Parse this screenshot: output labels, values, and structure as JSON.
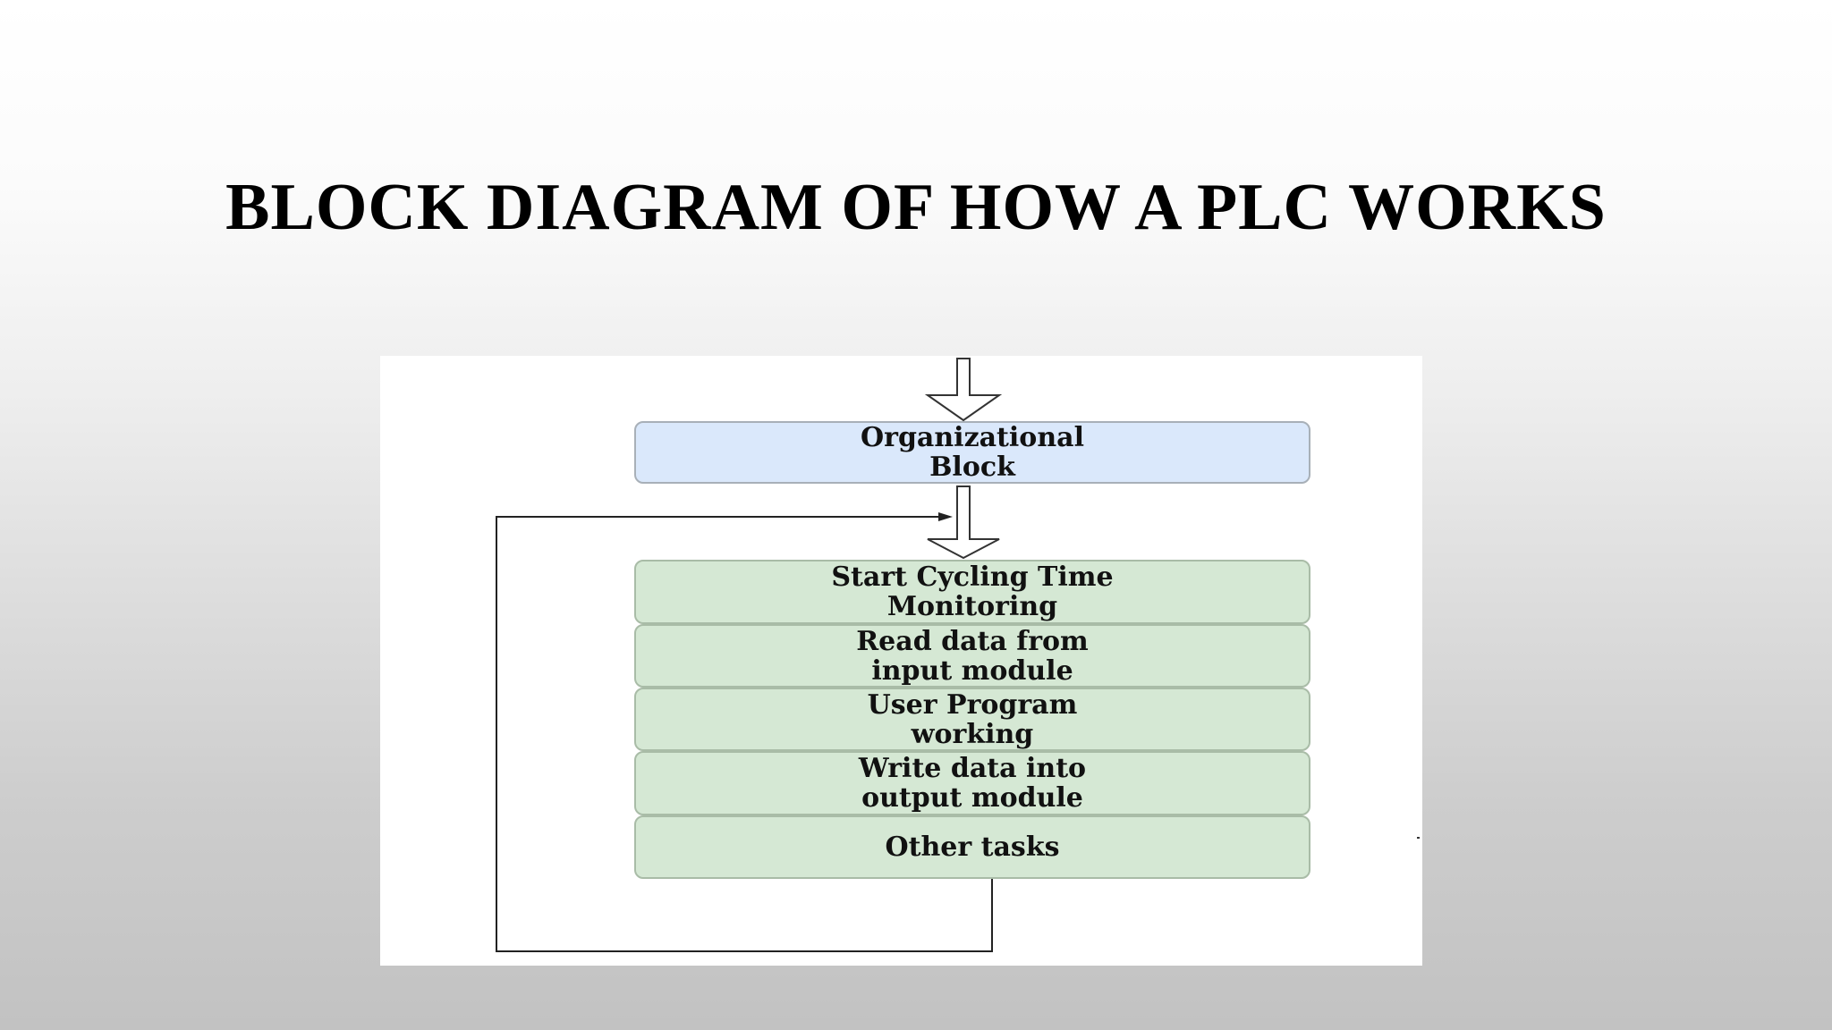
{
  "slide": {
    "title": "BLOCK DIAGRAM OF HOW A PLC WORKS"
  },
  "diagram": {
    "org_block": "Organizational\nBlock",
    "steps": [
      "Start Cycling Time\nMonitoring",
      "Read data from\ninput module",
      "User Program\nworking",
      "Write data into\noutput module",
      "Other tasks"
    ],
    "colors": {
      "org_block_fill": "#dae8fb",
      "step_fill": "#d5e8d4"
    }
  }
}
